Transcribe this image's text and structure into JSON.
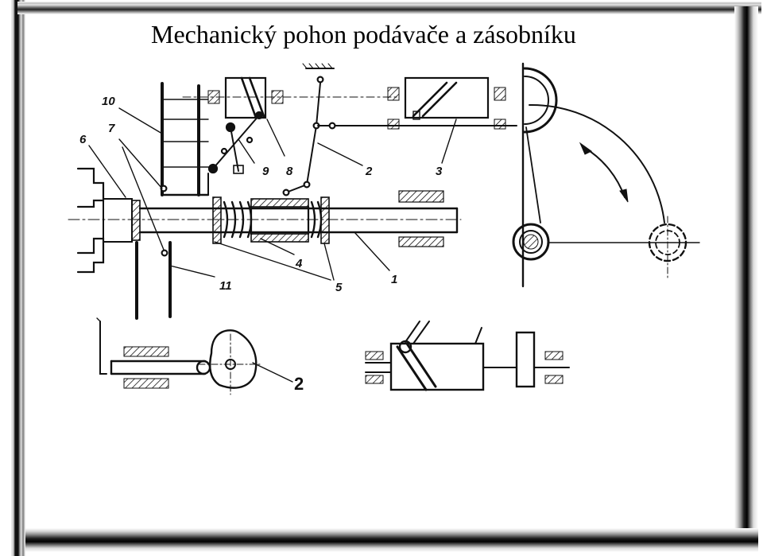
{
  "slide": {
    "title": "Mechanický pohon podávače a zásobníku"
  },
  "labels": {
    "l1": "1",
    "l2": "2",
    "l3": "3",
    "l4": "4",
    "l5": "5",
    "l6": "6",
    "l7": "7",
    "l8": "8",
    "l9": "9",
    "l10": "10",
    "l11": "11",
    "detail_cam": "2"
  },
  "colors": {
    "ink": "#111111",
    "frame_dark": "#000000"
  }
}
